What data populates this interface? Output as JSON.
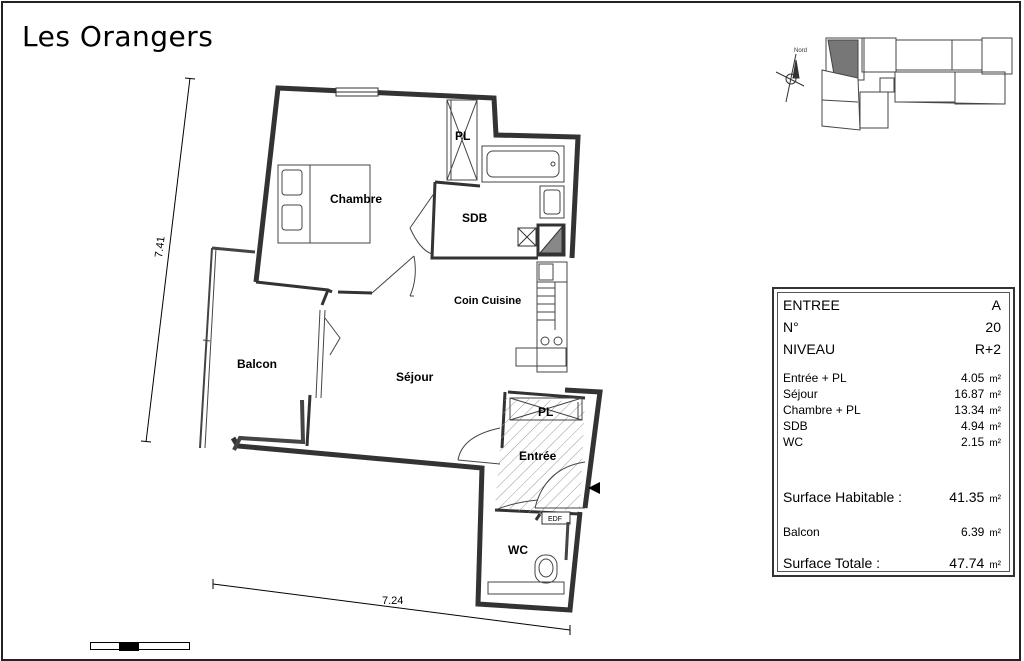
{
  "title": "Les Orangers",
  "plan": {
    "rooms": {
      "chambre": "Chambre",
      "sdb": "SDB",
      "pl_chambre": "PL",
      "coin_cuisine": "Coin Cuisine",
      "sejour": "Séjour",
      "balcon": "Balcon",
      "pl_entree": "PL",
      "entree": "Entrée",
      "wc": "WC",
      "edf": "EDF"
    },
    "dimensions": {
      "vertical": "7.41",
      "horizontal": "7.24"
    }
  },
  "info": {
    "entree_label": "ENTREE",
    "entree_value": "A",
    "numero_label": "N°",
    "numero_value": "20",
    "niveau_label": "NIVEAU",
    "niveau_value": "R+2",
    "unit": "m²",
    "surfaces": [
      {
        "label": "Entrée + PL",
        "value": "4.05"
      },
      {
        "label": "Séjour",
        "value": "16.87"
      },
      {
        "label": "Chambre + PL",
        "value": "13.34"
      },
      {
        "label": "SDB",
        "value": "4.94"
      },
      {
        "label": "WC",
        "value": "2.15"
      }
    ],
    "surface_habitable_label": "Surface Habitable :",
    "surface_habitable_value": "41.35",
    "balcon_label": "Balcon",
    "balcon_value": "6.39",
    "surface_totale_label": "Surface Totale :",
    "surface_totale_value": "47.74"
  }
}
